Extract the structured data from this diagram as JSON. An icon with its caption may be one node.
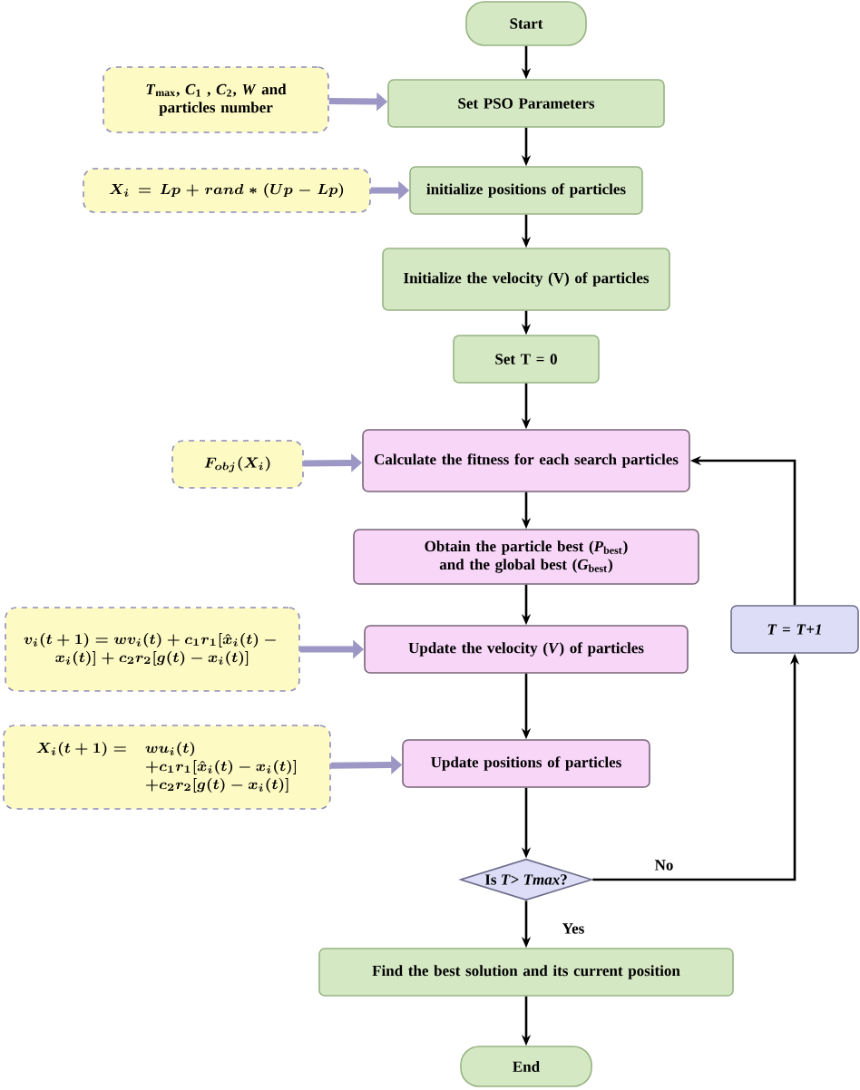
{
  "diagram": {
    "nodes": [
      {
        "text": [
          "Start"
        ]
      },
      {
        "text": [
          "Set PSO  Parameters"
        ]
      },
      {
        "text": [
          "*T*$_{max}$, *C*$_{1}$ , *C*$_{2}$, *W* and particles number"
        ]
      },
      {
        "text": [
          "initialize positions of particles"
        ]
      },
      {
        "text": [
          "X_i = Lp + rand * (Up - Lp)"
        ]
      },
      {
        "text": [
          "Initialize the velocity (V) of particles"
        ]
      },
      {
        "text": [
          "Set T = 0"
        ]
      },
      {
        "text": [
          "Calculate the fitness for each search particles"
        ]
      },
      {
        "text": [
          "F_{obj}(X_i)"
        ]
      },
      {
        "text": [
          "Obtain the particle best (*P*$_{best}$) and the global best (*G*$_{best}$)"
        ]
      },
      {
        "text": [
          "Update the velocity (*V*) of particles"
        ]
      },
      {
        "text": [
          "\\begin{array}{c} v_i(t+1) = wv_i(t) + c_1r_1[\\hat{x}_i(t) - {} \\\\ x_i(t)] + c_2r_2[g(t) - x_i(t)] \\end{array}"
        ]
      },
      {
        "text": [
          "Update positions of particles"
        ]
      },
      {
        "text": [
          "\\begin{array}{rl} X_i(t+1) = & wu_i(t) \\\\ & + c_1r_1[\\hat{x}_i(t) - x_i(t)] \\\\ & + c_2r_2[g(t) - x_i(t)] \\end{array}"
        ]
      },
      {
        "text": [
          "Is *T*> *Tmax*?"
        ]
      },
      {
        "text": [
          "Find the best solution and its current position"
        ]
      },
      {
        "text": [
          "End"
        ]
      },
      {
        "text": [
          "*T* = *T*+*1*"
        ]
      }
    ],
    "edges": [
      {
        "from": 0,
        "to": 1,
        "arrow": "to"
      },
      {
        "from": 2,
        "to": 1,
        "arrow": "to",
        "style": "thick",
        "color": "#9c97c4"
      },
      {
        "from": 1,
        "to": 3,
        "arrow": "to"
      },
      {
        "from": 4,
        "to": 3,
        "arrow": "to",
        "style": "thick",
        "color": "#9c97c4"
      },
      {
        "from": 3,
        "to": 5,
        "arrow": "to"
      },
      {
        "from": 5,
        "to": 6,
        "arrow": "to"
      },
      {
        "from": 6,
        "to": 7,
        "arrow": "to"
      },
      {
        "from": 8,
        "to": 7,
        "arrow": "to",
        "style": "thick",
        "color": "#9c97c4"
      },
      {
        "from": 7,
        "to": 9,
        "arrow": "to"
      },
      {
        "from": 9,
        "to": 10,
        "arrow": "to"
      },
      {
        "from": 11,
        "to": 10,
        "arrow": "to",
        "style": "thick",
        "color": "#9c97c4"
      },
      {
        "from": 10,
        "to": 12,
        "arrow": "to"
      },
      {
        "from": 13,
        "to": 12,
        "arrow": "to",
        "style": "thick",
        "color": "#9c97c4"
      },
      {
        "from": 12,
        "to": 14,
        "arrow": "to"
      },
      {
        "from": 14,
        "to": 15,
        "label": "Yes",
        "arrow": "to"
      },
      {
        "from": 15,
        "to": 16,
        "arrow": "to"
      },
      {
        "from": 14,
        "to": 17,
        "label": "No",
        "arrow": "to"
      },
      {
        "from": 17,
        "to": 7,
        "arrow": "to"
      }
    ]
  }
}
